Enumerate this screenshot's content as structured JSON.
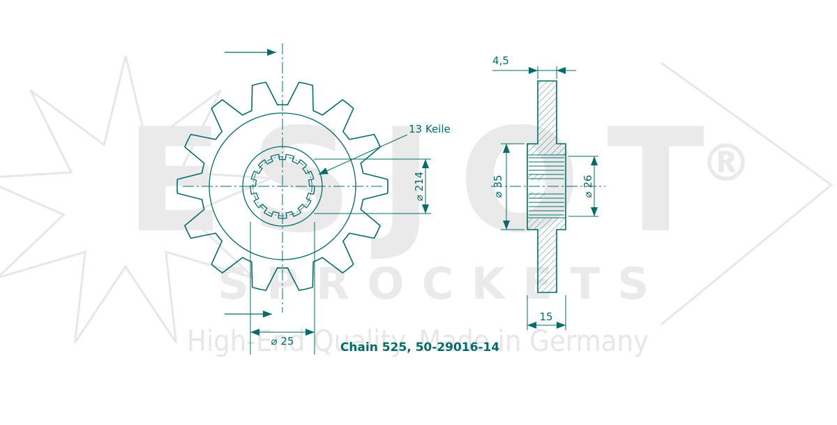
{
  "colors": {
    "line": "#046a6a",
    "watermark": "#eaeaea"
  },
  "watermark": {
    "brand": "ESJOT",
    "registered_mark": "®",
    "subtitle": "SPROCKETS",
    "tagline": "High-End Quality. Made in Germany"
  },
  "drawing": {
    "teeth": 14,
    "spline_count": 13,
    "labels": {
      "spline_note": "13 Keile",
      "bore_diameter": "⌀ 214",
      "spline_outer_diameter": "⌀ 25",
      "plate_thickness": "4,5",
      "hub_diameter": "⌀ 35",
      "counterbore_diameter": "⌀ 26",
      "hub_length": "15"
    },
    "part_title": "Chain 525, 50-29016-14"
  }
}
